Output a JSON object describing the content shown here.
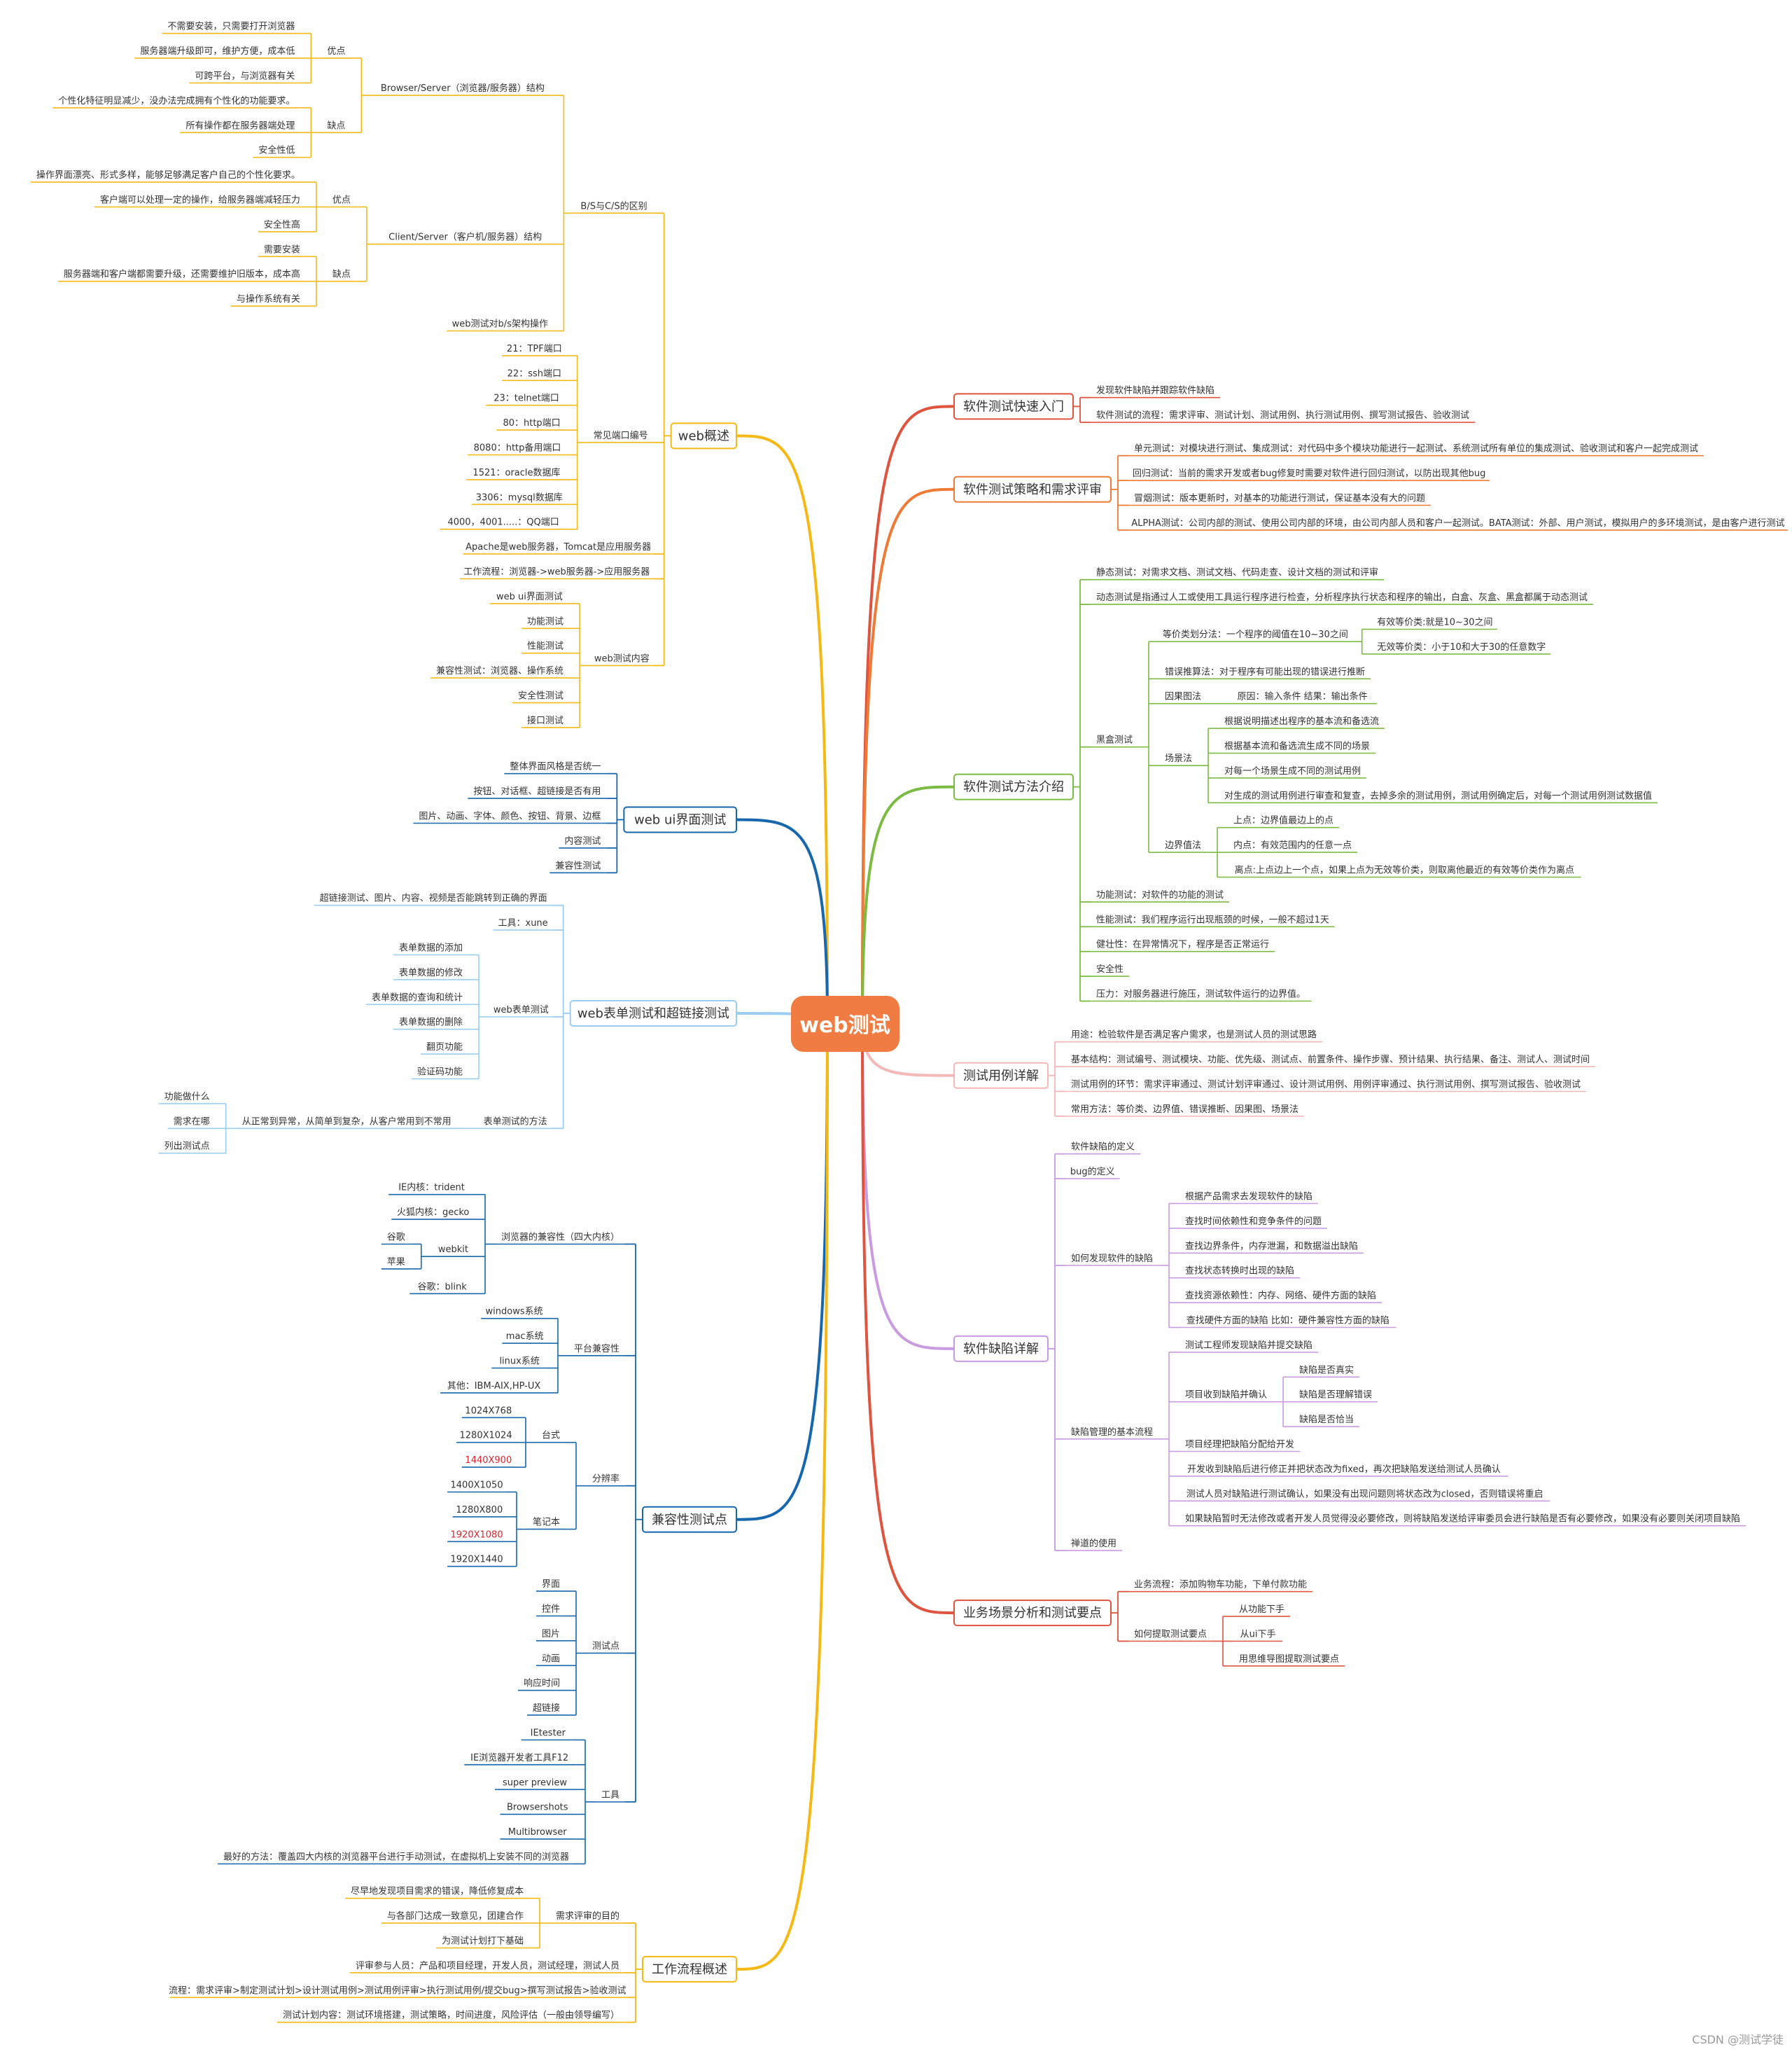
{
  "root": "web测试",
  "watermark": "CSDN @测试学徒",
  "colors": {
    "root_fill": "#f07c43",
    "yellow": "#f5b915",
    "red": "#e0533f",
    "orange": "#ef7a35",
    "green": "#7cbb41",
    "pink": "#f5b8b8",
    "purple": "#c99be0",
    "blue": "#1667ad",
    "lightblue": "#9bcdf0",
    "dark": "#333333",
    "highlight": "#d8252f"
  },
  "right": [
    {
      "label": "软件测试快速入门",
      "color": "#e0533f",
      "children": [
        {
          "label": "发现软件缺陷并跟踪软件缺陷"
        },
        {
          "label": "软件测试的流程：需求评审、测试计划、测试用例、执行测试用例、撰写测试报告、验收测试"
        }
      ]
    },
    {
      "label": "软件测试策略和需求评审",
      "color": "#ef7a35",
      "children": [
        {
          "label": "单元测试：对模块进行测试、集成测试：对代码中多个模块功能进行一起测试、系统测试所有单位的集成测试、验收测试和客户一起完成测试"
        },
        {
          "label": "回归测试：当前的需求开发或者bug修复时需要对软件进行回归测试，以防出现其他bug"
        },
        {
          "label": "冒烟测试：版本更新时，对基本的功能进行测试，保证基本没有大的问题"
        },
        {
          "label": "ALPHA测试：公司内部的测试、使用公司内部的环境，由公司内部人员和客户一起测试。BATA测试：外部、用户测试，模拟用户的多环境测试，是由客户进行测试"
        }
      ]
    },
    {
      "label": "软件测试方法介绍",
      "color": "#7cbb41",
      "children": [
        {
          "label": "静态测试：对需求文档、测试文档、代码走查、设计文档的测试和评审"
        },
        {
          "label": "动态测试是指通过人工或使用工具运行程序进行检查，分析程序执行状态和程序的输出，白盒、灰盒、黑盒都属于动态测试"
        },
        {
          "label": "黑盒测试",
          "children": [
            {
              "label": "等价类划分法：一个程序的阈值在10~30之间",
              "children": [
                {
                  "label": "有效等价类:就是10~30之间"
                },
                {
                  "label": "无效等价类：小于10和大于30的任意数字"
                }
              ]
            },
            {
              "label": "错误推算法：对于程序有可能出现的错误进行推断"
            },
            {
              "label": "因果图法",
              "children": [
                {
                  "label": "原因：输入条件  结果：输出条件"
                }
              ]
            },
            {
              "label": "场景法",
              "children": [
                {
                  "label": "根据说明描述出程序的基本流和备选流"
                },
                {
                  "label": "根据基本流和备选流生成不同的场景"
                },
                {
                  "label": "对每一个场景生成不同的测试用例"
                },
                {
                  "label": "对生成的测试用例进行审查和复查，去掉多余的测试用例，测试用例确定后，对每一个测试用例测试数据值"
                }
              ]
            },
            {
              "label": "边界值法",
              "children": [
                {
                  "label": "上点：边界值最边上的点"
                },
                {
                  "label": "内点：有效范围内的任意一点"
                },
                {
                  "label": "离点:上点边上一个点，如果上点为无效等价类，则取离他最近的有效等价类作为离点"
                }
              ]
            }
          ]
        },
        {
          "label": "功能测试：对软件的功能的测试"
        },
        {
          "label": "性能测试：我们程序运行出现瓶颈的时候，一般不超过1天"
        },
        {
          "label": "健壮性：在异常情况下，程序是否正常运行"
        },
        {
          "label": "安全性"
        },
        {
          "label": "压力：对服务器进行施压，测试软件运行的边界值。"
        }
      ]
    },
    {
      "label": "测试用例详解",
      "color": "#f5b8b8",
      "children": [
        {
          "label": "用途：检验软件是否满足客户需求，也是测试人员的测试思路"
        },
        {
          "label": "基本结构：测试编号、测试模块、功能、优先级、测试点、前置条件、操作步骤、预计结果、执行结果、备注、测试人、测试时间"
        },
        {
          "label": "测试用例的环节：需求评审通过、测试计划评审通过、设计测试用例、用例评审通过、执行测试用例、撰写测试报告、验收测试"
        },
        {
          "label": "常用方法：等价类、边界值、错误推断、因果图、场景法"
        }
      ]
    },
    {
      "label": "软件缺陷详解",
      "color": "#c99be0",
      "children": [
        {
          "label": "软件缺陷的定义"
        },
        {
          "label": "bug的定义"
        },
        {
          "label": "如何发现软件的缺陷",
          "children": [
            {
              "label": "根据产品需求去发现软件的缺陷"
            },
            {
              "label": "查找时间依赖性和竞争条件的问题"
            },
            {
              "label": "查找边界条件，内存泄漏，和数据溢出缺陷"
            },
            {
              "label": "查找状态转换时出现的缺陷"
            },
            {
              "label": "查找资源依赖性：内存、网络、硬件方面的缺陷"
            },
            {
              "label": "查找硬件方面的缺陷 比如：硬件兼容性方面的缺陷"
            }
          ]
        },
        {
          "label": "缺陷管理的基本流程",
          "children": [
            {
              "label": "测试工程师发现缺陷并提交缺陷"
            },
            {
              "label": "项目收到缺陷并确认",
              "children": [
                {
                  "label": "缺陷是否真实"
                },
                {
                  "label": "缺陷是否理解错误"
                },
                {
                  "label": "缺陷是否恰当"
                }
              ]
            },
            {
              "label": "项目经理把缺陷分配给开发"
            },
            {
              "label": "开发收到缺陷后进行修正并把状态改为fixed，再次把缺陷发送给测试人员确认"
            },
            {
              "label": "测试人员对缺陷进行测试确认，如果没有出现问题则将状态改为closed，否则错误将重启"
            },
            {
              "label": "如果缺陷暂时无法修改或者开发人员觉得没必要修改，则将缺陷发送给评审委员会进行缺陷是否有必要修改，如果没有必要则关闭项目缺陷"
            }
          ]
        },
        {
          "label": "禅道的使用"
        }
      ]
    },
    {
      "label": "业务场景分析和测试要点",
      "color": "#e0533f",
      "children": [
        {
          "label": "业务流程：添加购物车功能，下单付款功能"
        },
        {
          "label": "如何提取测试要点",
          "children": [
            {
              "label": "从功能下手"
            },
            {
              "label": "从ui下手"
            },
            {
              "label": "用思维导图提取测试要点"
            }
          ]
        }
      ]
    }
  ],
  "left": [
    {
      "label": "web概述",
      "color": "#f5b915",
      "children": [
        {
          "label": "B/S与C/S的区别",
          "children": [
            {
              "label": "Browser/Server（浏览器/服务器）结构",
              "children": [
                {
                  "label": "优点",
                  "children": [
                    {
                      "label": "不需要安装，只需要打开浏览器"
                    },
                    {
                      "label": "服务器端升级即可，维护方便，成本低"
                    },
                    {
                      "label": "可跨平台，与浏览器有关"
                    }
                  ]
                },
                {
                  "label": "缺点",
                  "children": [
                    {
                      "label": "个性化特征明显减少，没办法完成拥有个性化的功能要求。"
                    },
                    {
                      "label": "所有操作都在服务器端处理"
                    },
                    {
                      "label": "安全性低"
                    }
                  ]
                }
              ]
            },
            {
              "label": "Client/Server（客户机/服务器）结构",
              "children": [
                {
                  "label": "优点",
                  "children": [
                    {
                      "label": "操作界面漂亮、形式多样，能够足够满足客户自己的个性化要求。"
                    },
                    {
                      "label": "客户端可以处理一定的操作，给服务器端减轻压力"
                    },
                    {
                      "label": "安全性高"
                    }
                  ]
                },
                {
                  "label": "缺点",
                  "children": [
                    {
                      "label": "需要安装"
                    },
                    {
                      "label": "服务器端和客户端都需要升级，还需要维护旧版本，成本高"
                    },
                    {
                      "label": "与操作系统有关"
                    }
                  ]
                }
              ]
            },
            {
              "label": "web测试对b/s架构操作"
            }
          ]
        },
        {
          "label": "常见端口编号",
          "children": [
            {
              "label": "21：TPF端口"
            },
            {
              "label": "22：ssh端口"
            },
            {
              "label": "23：telnet端口"
            },
            {
              "label": "80：http端口"
            },
            {
              "label": "8080：http备用端口"
            },
            {
              "label": "1521：oracle数据库"
            },
            {
              "label": "3306：mysql数据库"
            },
            {
              "label": "4000，4001.....：QQ端口"
            }
          ]
        },
        {
          "label": "Apache是web服务器，Tomcat是应用服务器"
        },
        {
          "label": "工作流程：浏览器->web服务器->应用服务器"
        },
        {
          "label": "web测试内容",
          "children": [
            {
              "label": "web ui界面测试"
            },
            {
              "label": "功能测试"
            },
            {
              "label": "性能测试"
            },
            {
              "label": "兼容性测试：浏览器、操作系统"
            },
            {
              "label": "安全性测试"
            },
            {
              "label": "接口测试"
            }
          ]
        }
      ]
    },
    {
      "label": "web ui界面测试",
      "color": "#1667ad",
      "children": [
        {
          "label": "整体界面风格是否统一"
        },
        {
          "label": "按钮、对话框、超链接是否有用"
        },
        {
          "label": "图片、动画、字体、颜色、按钮、背景、边框"
        },
        {
          "label": "内容测试"
        },
        {
          "label": "兼容性测试"
        }
      ]
    },
    {
      "label": "web表单测试和超链接测试",
      "color": "#9bcdf0",
      "children": [
        {
          "label": "超链接测试、图片、内容、视频是否能跳转到正确的界面"
        },
        {
          "label": "工具：xune"
        },
        {
          "label": "web表单测试",
          "children": [
            {
              "label": "表单数据的添加"
            },
            {
              "label": "表单数据的修改"
            },
            {
              "label": "表单数据的查询和统计"
            },
            {
              "label": "表单数据的删除"
            },
            {
              "label": "翻页功能"
            },
            {
              "label": "验证码功能"
            }
          ]
        },
        {
          "label": "表单测试的方法",
          "children": [
            {
              "label": "从正常到异常，从简单到复杂，从客户常用到不常用",
              "children": [
                {
                  "label": "功能做什么"
                },
                {
                  "label": "需求在哪"
                },
                {
                  "label": "列出测试点"
                }
              ]
            }
          ]
        }
      ]
    },
    {
      "label": "兼容性测试点",
      "color": "#1667ad",
      "children": [
        {
          "label": "浏览器的兼容性（四大内核）",
          "children": [
            {
              "label": "IE内核：trident"
            },
            {
              "label": "火狐内核：gecko"
            },
            {
              "label": "webkit",
              "children": [
                {
                  "label": "谷歌"
                },
                {
                  "label": "苹果"
                }
              ]
            },
            {
              "label": "谷歌：blink"
            }
          ]
        },
        {
          "label": "平台兼容性",
          "children": [
            {
              "label": "windows系统"
            },
            {
              "label": "mac系统"
            },
            {
              "label": "linux系统"
            },
            {
              "label": "其他：IBM-AIX,HP-UX"
            }
          ]
        },
        {
          "label": "分辨率",
          "children": [
            {
              "label": "台式",
              "children": [
                {
                  "label": "1024X768"
                },
                {
                  "label": "1280X1024"
                },
                {
                  "label": "1440X900",
                  "red": true
                }
              ]
            },
            {
              "label": "笔记本",
              "children": [
                {
                  "label": "1400X1050"
                },
                {
                  "label": "1280X800"
                },
                {
                  "label": "1920X1080",
                  "red": true
                },
                {
                  "label": "1920X1440"
                }
              ]
            }
          ]
        },
        {
          "label": "测试点",
          "children": [
            {
              "label": "界面"
            },
            {
              "label": "控件"
            },
            {
              "label": "图片"
            },
            {
              "label": "动画"
            },
            {
              "label": "响应时间"
            },
            {
              "label": "超链接"
            }
          ]
        },
        {
          "label": "工具",
          "children": [
            {
              "label": "IEtester"
            },
            {
              "label": "IE浏览器开发者工具F12"
            },
            {
              "label": "super preview"
            },
            {
              "label": "Browsershots"
            },
            {
              "label": "Multibrowser"
            },
            {
              "label": "最好的方法：覆盖四大内核的浏览器平台进行手动测试，在虚拟机上安装不同的浏览器"
            }
          ]
        }
      ]
    },
    {
      "label": "工作流程概述",
      "color": "#f5b915",
      "children": [
        {
          "label": "需求评审的目的",
          "children": [
            {
              "label": "尽早地发现项目需求的错误，降低修复成本"
            },
            {
              "label": "与各部门达成一致意见，团建合作"
            },
            {
              "label": "为测试计划打下基础"
            }
          ]
        },
        {
          "label": "评审参与人员：产品和项目经理，开发人员，测试经理，测试人员"
        },
        {
          "label": "流程：需求评审>制定测试计划>设计测试用例>测试用例评审>执行测试用例/提交bug>撰写测试报告>验收测试"
        },
        {
          "label": "测试计划内容：测试环境搭建，测试策略，时间进度，风险评估（一般由领导编写）"
        }
      ]
    }
  ]
}
